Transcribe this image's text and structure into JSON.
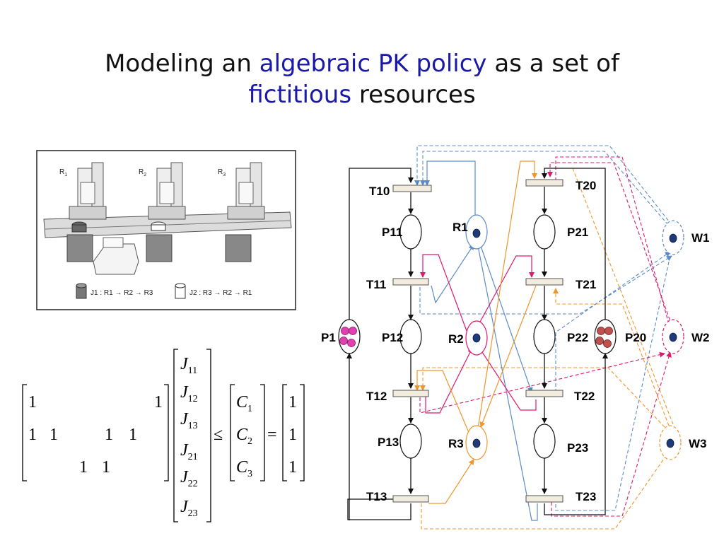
{
  "slide": {
    "title_line1_pre": "Modeling an ",
    "title_line1_hl": "algebraic PK policy",
    "title_line1_post": " as a set of",
    "title_line2_hl": "fictitious",
    "title_line2_post": " resources"
  },
  "colors": {
    "title_highlight": "#1a1aa6",
    "r1_blue": "#5b8cc8",
    "r2_pink": "#e0186c",
    "r3_orange": "#f0962c",
    "token_navy": "#1f3a78",
    "token_magenta": "#e040b0",
    "token_brown": "#c0504d"
  },
  "figure": {
    "resource_labels": [
      "R",
      "R",
      "R"
    ],
    "resource_subs": [
      "1",
      "2",
      "3"
    ],
    "legend_j1": "J1 : R1 → R2 → R3",
    "legend_j2": "J2 : R3 → R2 → R1"
  },
  "matrix": {
    "rows": [
      [
        "1",
        "",
        "",
        "",
        "",
        "1"
      ],
      [
        "1",
        "1",
        "",
        "",
        "1",
        "1"
      ],
      [
        "",
        "",
        "1",
        "1",
        "",
        ""
      ]
    ],
    "vector_J": [
      {
        "base": "J",
        "sub": "11"
      },
      {
        "base": "J",
        "sub": "12"
      },
      {
        "base": "J",
        "sub": "13"
      },
      {
        "base": "J",
        "sub": "21"
      },
      {
        "base": "J",
        "sub": "22"
      },
      {
        "base": "J",
        "sub": "23"
      }
    ],
    "leq": "≤",
    "vector_C": [
      {
        "base": "C",
        "sub": "1"
      },
      {
        "base": "C",
        "sub": "2"
      },
      {
        "base": "C",
        "sub": "3"
      }
    ],
    "eq": "=",
    "rhs": [
      "1",
      "1",
      "1"
    ]
  },
  "petri": {
    "transitions": [
      "T10",
      "T11",
      "T12",
      "T13",
      "T20",
      "T21",
      "T22",
      "T23"
    ],
    "places": [
      "P11",
      "P12",
      "P13",
      "P21",
      "P22",
      "P23",
      "P1",
      "P20"
    ],
    "resources": [
      "R1",
      "R2",
      "R3"
    ],
    "fictitious": [
      "W1",
      "W2",
      "W3"
    ]
  }
}
